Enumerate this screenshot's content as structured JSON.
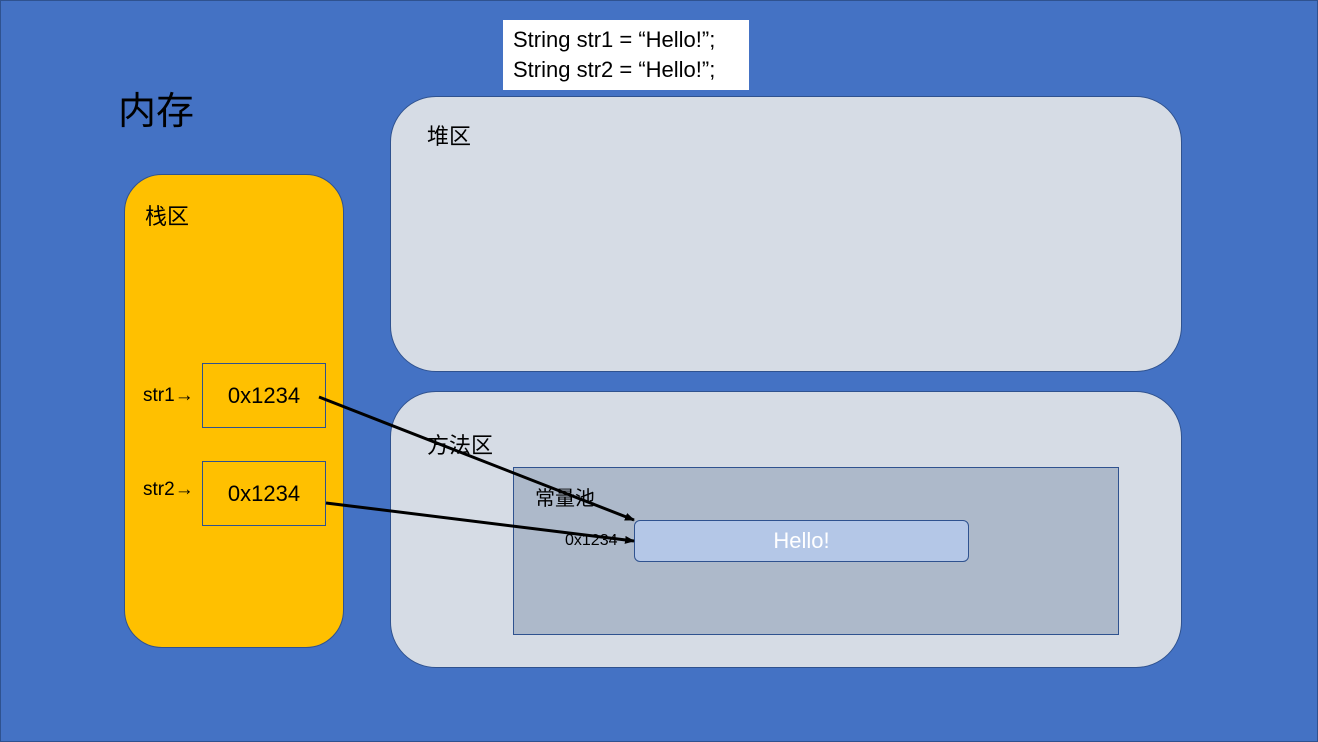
{
  "code": {
    "line1": "String str1 = “Hello!”;",
    "line2": "String str2 = “Hello!”;"
  },
  "memory_title": "内存",
  "stack": {
    "label": "栈区",
    "vars": [
      {
        "name": "str1",
        "value": "0x1234"
      },
      {
        "name": "str2",
        "value": "0x1234"
      }
    ]
  },
  "heap": {
    "label": "堆区"
  },
  "method_area": {
    "label": "方法区",
    "constant_pool": {
      "label": "常量池",
      "entry_value": "Hello!",
      "entry_address": "0x1234"
    }
  },
  "colors": {
    "background": "#4472c4",
    "stack": "#ffc000",
    "region": "#d6dce5",
    "pool": "#adb9ca",
    "string_entry": "#b4c7e7"
  }
}
